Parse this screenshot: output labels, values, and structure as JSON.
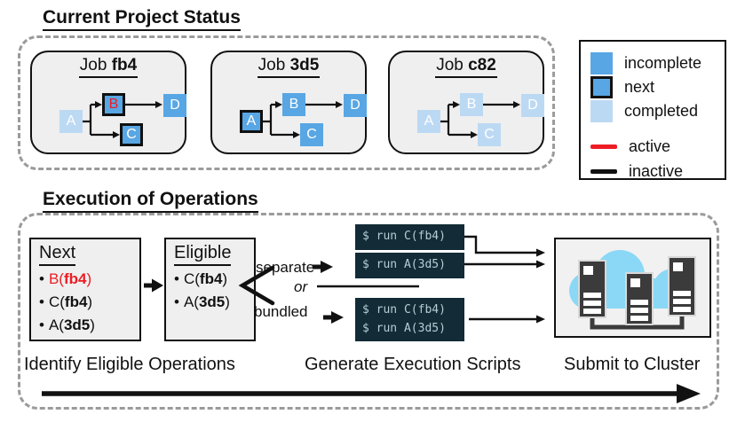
{
  "titles": {
    "project_status": "Current Project Status",
    "execution": "Execution of Operations"
  },
  "jobs": [
    {
      "prefix": "Job ",
      "id": "fb4",
      "node_a": "A",
      "node_b": "B",
      "node_c": "C",
      "node_d": "D",
      "status_a": "completed",
      "status_b": "next-active",
      "status_c": "next",
      "status_d": "incomplete"
    },
    {
      "prefix": "Job ",
      "id": "3d5",
      "node_a": "A",
      "node_b": "B",
      "node_c": "C",
      "node_d": "D",
      "status_a": "next",
      "status_b": "incomplete",
      "status_c": "incomplete",
      "status_d": "incomplete"
    },
    {
      "prefix": "Job ",
      "id": "c82",
      "node_a": "A",
      "node_b": "B",
      "node_c": "C",
      "node_d": "D",
      "status_a": "completed",
      "status_b": "completed",
      "status_c": "completed",
      "status_d": "completed"
    }
  ],
  "legend": {
    "incomplete": "incomplete",
    "next": "next",
    "completed": "completed",
    "active": "active",
    "inactive": "inactive"
  },
  "pipeline": {
    "next_panel": {
      "title": "Next",
      "bullet": "•",
      "items": [
        {
          "pre": "B(",
          "job": "fb4",
          "post": ")"
        },
        {
          "pre": "C(",
          "job": "fb4",
          "post": ")"
        },
        {
          "pre": "A(",
          "job": "3d5",
          "post": ")"
        }
      ]
    },
    "eligible_panel": {
      "title": "Eligible",
      "bullet": "•",
      "items": [
        {
          "pre": "C(",
          "job": "fb4",
          "post": ")"
        },
        {
          "pre": "A(",
          "job": "3d5",
          "post": ")"
        }
      ]
    },
    "branch": {
      "separate": "separate",
      "or": "or",
      "bundled": "bundled"
    },
    "scripts": {
      "separate_1": "$ run C(fb4)",
      "separate_2": "$ run A(3d5)",
      "bundled_1": "$ run C(fb4)",
      "bundled_2": "$ run A(3d5)"
    },
    "stages": {
      "identify": "Identify Eligible Operations",
      "generate": "Generate Execution Scripts",
      "submit": "Submit to Cluster"
    }
  },
  "colors": {
    "node_blue": "#58a6e4",
    "node_light_blue": "#bcd9f4",
    "active_red": "#ed1c24",
    "inactive_black": "#111111",
    "panel_gray": "#efefef",
    "terminal_bg": "#122b36",
    "terminal_text": "#b5cdd5",
    "cloud_blue": "#8ad8f6",
    "server_gray": "#3b3b3b",
    "dashed_gray": "#9b9b9b"
  }
}
